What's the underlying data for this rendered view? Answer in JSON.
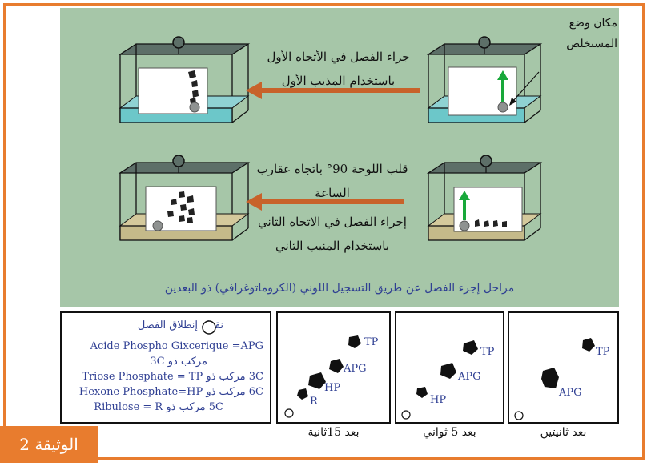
{
  "top": {
    "step1_line1": "جراء الفصل في الأتجاه الأول",
    "step1_line2": "باستخدام المذيب الأول",
    "note_line1": "مكان وضع",
    "note_line2": "المستخلص",
    "step2_line1": "قلب اللوحة 90° باتجاه عقارب",
    "step2_line2": "الساعة",
    "step3_line1": "إجراء الفصل في الاتجاه الثاني",
    "step3_line2": "باستخدام المنيب الثاني",
    "caption": "مراحل إجرء الفصل عن طريق التسجيل اللوني (الكروماتوغرافي) ذو البعدين"
  },
  "legend": {
    "start_point": "نقطة إنطلاق الفصل",
    "line1": "Acide Phospho Gixcerique =APG",
    "line2": "مركب ذو 3C",
    "line3": "3C مركب ذو Triose Phosphate = TP",
    "line4": "6C مركب ذو Hexone Phosphate=HP",
    "line5": "5C مركب ذو Ribulose = R"
  },
  "plots": {
    "p15": {
      "tp": "TP",
      "apg": "APG",
      "hp": "HP",
      "r": "R",
      "time": "بعد 15ثانية"
    },
    "p5": {
      "tp": "TP",
      "apg": "APG",
      "hp": "HP",
      "time": "بعد 5 ثواني"
    },
    "p2": {
      "tp": "TP",
      "apg": "APG",
      "time": "بعد ثانيتين"
    }
  },
  "badge": "الوثيقة 2",
  "colors": {
    "panel": "#a6c6a8",
    "accent": "#e87c2e",
    "arrow": "#c8622a",
    "green_arrow": "#18a83a",
    "blue_solvent": "#6cc7c9",
    "brown_solvent": "#c5ba8a",
    "text_blue": "#2f3f93"
  }
}
